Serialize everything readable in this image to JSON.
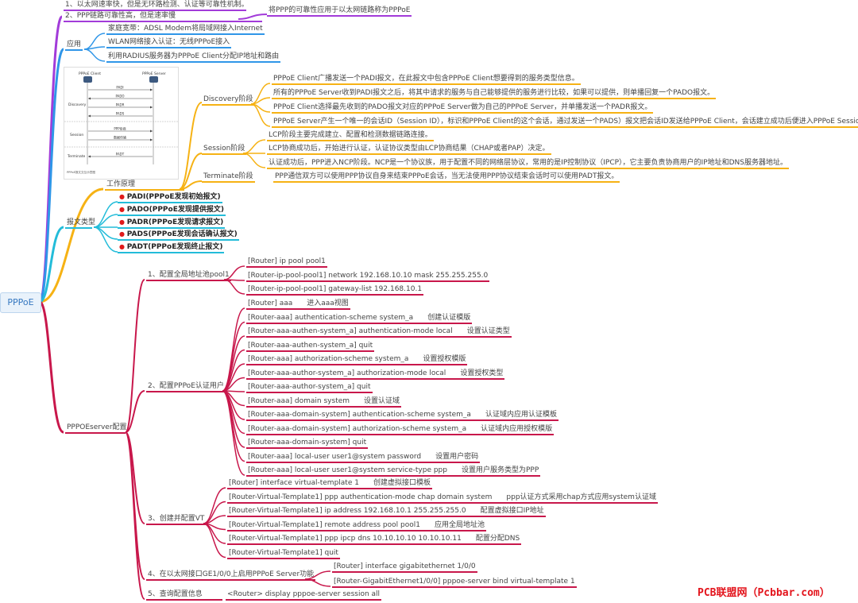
{
  "root": {
    "label": "PPPoE"
  },
  "colors": {
    "purple": "#a23bd9",
    "blue": "#2f96e8",
    "orange": "#f6b214",
    "cyan": "#23bcd9",
    "crimson": "#c8174b"
  },
  "intro": {
    "item1": "1、以太网速率快，但是无环路检测、认证等可靠性机制。",
    "item2": "2、PPP链路可靠性高，但是速率慢",
    "summary": "将PPP的可靠性应用于以太网链路称为PPPoE"
  },
  "apps": {
    "label": "应用",
    "items": [
      "家庭宽带：ADSL Modem将局域网接入Internet",
      "WLAN网络接入认证：无线PPPoE接入",
      "利用RADIUS服务器为PPPoE Client分配IP地址和路由"
    ]
  },
  "principle": {
    "label": "工作原理",
    "discovery": {
      "label": "Discovery阶段",
      "items": [
        "PPPoE Client广播发送一个PADI报文，在此报文中包含PPPoE Client想要得到的服务类型信息。",
        "所有的PPPoE Server收到PADI报文之后，将其中请求的服务与自己能够提供的服务进行比较，如果可以提供，则单播回复一个PADO报文。",
        "PPPoE Client选择最先收到的PADO报文对应的PPPoE Server做为自己的PPPoE Server，并单播发送一个PADR报文。",
        "PPPoE Server产生一个唯一的会话ID（Session ID），标识和PPPoE Client的这个会话，通过发送一个PADS）报文把会话ID发送给PPPoE Client，会话建立成功后便进入PPPoE Session阶段。"
      ]
    },
    "session": {
      "label": "Session阶段",
      "items": [
        "LCP阶段主要完成建立、配置和检测数据链路连接。",
        "LCP协商成功后，开始进行认证，认证协议类型由LCP协商结果（CHAP或者PAP）决定。",
        "认证成功后，PPP进入NCP阶段。NCP是一个协议族，用于配置不同的网络层协议，常用的是IP控制协议（IPCP），它主要负责协商用户的IP地址和DNS服务器地址。"
      ]
    },
    "terminate": {
      "label": "Terminate阶段",
      "item": "PPP通信双方可以使用PPP协议自身来结束PPPoE会话，当无法使用PPP协议结束会话时可以使用PADT报文。"
    },
    "thumbnail": {
      "client": "PPPoE Client",
      "server": "PPPoE Server",
      "phase_discovery": "Discovery",
      "phase_session": "Session",
      "phase_terminate": "Terminate",
      "msgs": [
        "PADI",
        "PADO",
        "PADR",
        "PADS",
        "PPP协商",
        "数据传输",
        "PADT"
      ],
      "caption": "PPPoE报文交互示意图"
    }
  },
  "msgtypes": {
    "label": "报文类型",
    "items": [
      "PADI(PPPoE发现初始报文)",
      "PADO(PPPoE发现提供报文)",
      "PADR(PPPoE发现请求报文)",
      "PADS(PPPoE发现会话确认报文)",
      "PADT(PPPoE发现终止报文)"
    ]
  },
  "config": {
    "label": "PPPOEserver配置",
    "step1": {
      "label": "1、配置全局地址池pool1",
      "cmds": [
        "[Router] ip pool pool1",
        "[Router-ip-pool-pool1] network 192.168.10.10 mask 255.255.255.0",
        "[Router-ip-pool-pool1] gateway-list 192.168.10.1"
      ]
    },
    "step2": {
      "label": "2、配置PPPoE认证用户",
      "cmds": [
        [
          "[Router] aaa",
          "进入aaa视图"
        ],
        [
          "[Router-aaa] authentication-scheme system_a",
          "创建认证模版"
        ],
        [
          "[Router-aaa-authen-system_a] authentication-mode local",
          "设置认证类型"
        ],
        [
          "[Router-aaa-authen-system_a] quit",
          ""
        ],
        [
          "[Router-aaa] authorization-scheme system_a",
          "设置授权模版"
        ],
        [
          "[Router-aaa-author-system_a] authorization-mode local",
          "设置授权类型"
        ],
        [
          "[Router-aaa-author-system_a] quit",
          ""
        ],
        [
          "[Router-aaa] domain system",
          "设置认证域"
        ],
        [
          "[Router-aaa-domain-system] authentication-scheme system_a",
          "认证域内应用认证模板"
        ],
        [
          "[Router-aaa-domain-system] authorization-scheme system_a",
          "认证域内应用授权模版"
        ],
        [
          "[Router-aaa-domain-system] quit",
          ""
        ],
        [
          "[Router-aaa] local-user user1@system password",
          "设置用户密码"
        ],
        [
          "[Router-aaa] local-user user1@system service-type ppp",
          "设置用户服务类型为PPP"
        ]
      ]
    },
    "step3": {
      "label": "3、创建并配置VT",
      "cmds": [
        [
          "[Router] interface virtual-template 1",
          "创建虚拟接口模板"
        ],
        [
          "[Router-Virtual-Template1] ppp authentication-mode chap domain system",
          "ppp认证方式采用chap方式应用system认证域"
        ],
        [
          "[Router-Virtual-Template1] ip address 192.168.10.1 255.255.255.0",
          "配置虚拟接口IP地址"
        ],
        [
          "[Router-Virtual-Template1] remote address pool pool1",
          "应用全局地址池"
        ],
        [
          "[Router-Virtual-Template1] ppp ipcp dns 10.10.10.10 10.10.10.11",
          "配置分配DNS"
        ],
        [
          "[Router-Virtual-Template1] quit",
          ""
        ]
      ]
    },
    "step4": {
      "label": "4、在以太网接口GE1/0/0上启用PPPoE Server功能",
      "cmds": [
        "[Router] interface gigabitethernet 1/0/0",
        "[Router-GigabitEthernet1/0/0] pppoe-server bind virtual-template 1"
      ]
    },
    "step5": {
      "label": "5、查询配置信息",
      "cmd": "<Router> display pppoe-server session all"
    }
  },
  "brand": "PCB联盟网（Pcbbar.com）"
}
